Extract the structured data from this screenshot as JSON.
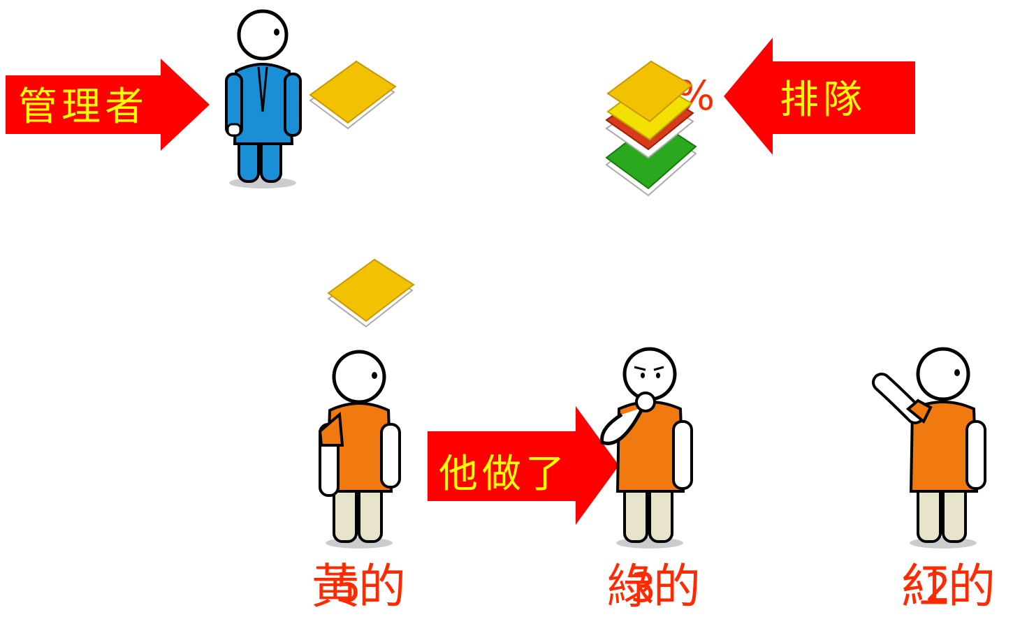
{
  "arrows": {
    "manager_label": "管理者",
    "queue_label": "排隊",
    "done_by_label": "他做了"
  },
  "queue_percent_text": "%",
  "workers": [
    {
      "name_char": "黃",
      "number": "5",
      "suffix": "的"
    },
    {
      "name_char": "綠",
      "number": "3",
      "suffix": "的"
    },
    {
      "name_char": "紅",
      "number": "2",
      "suffix": "的"
    }
  ],
  "colors": {
    "arrow_red": "#ff0000",
    "arrow_text_yellow": "#ffff00",
    "label_red": "#ff2a00",
    "manager_suit_blue": "#1a8fd6",
    "worker_shirt_orange": "#f07a10",
    "pants_beige": "#e8e4cc",
    "folder_yellow": "#f2c200",
    "folder_green": "#2aa81e",
    "folder_red": "#d83a1c"
  }
}
